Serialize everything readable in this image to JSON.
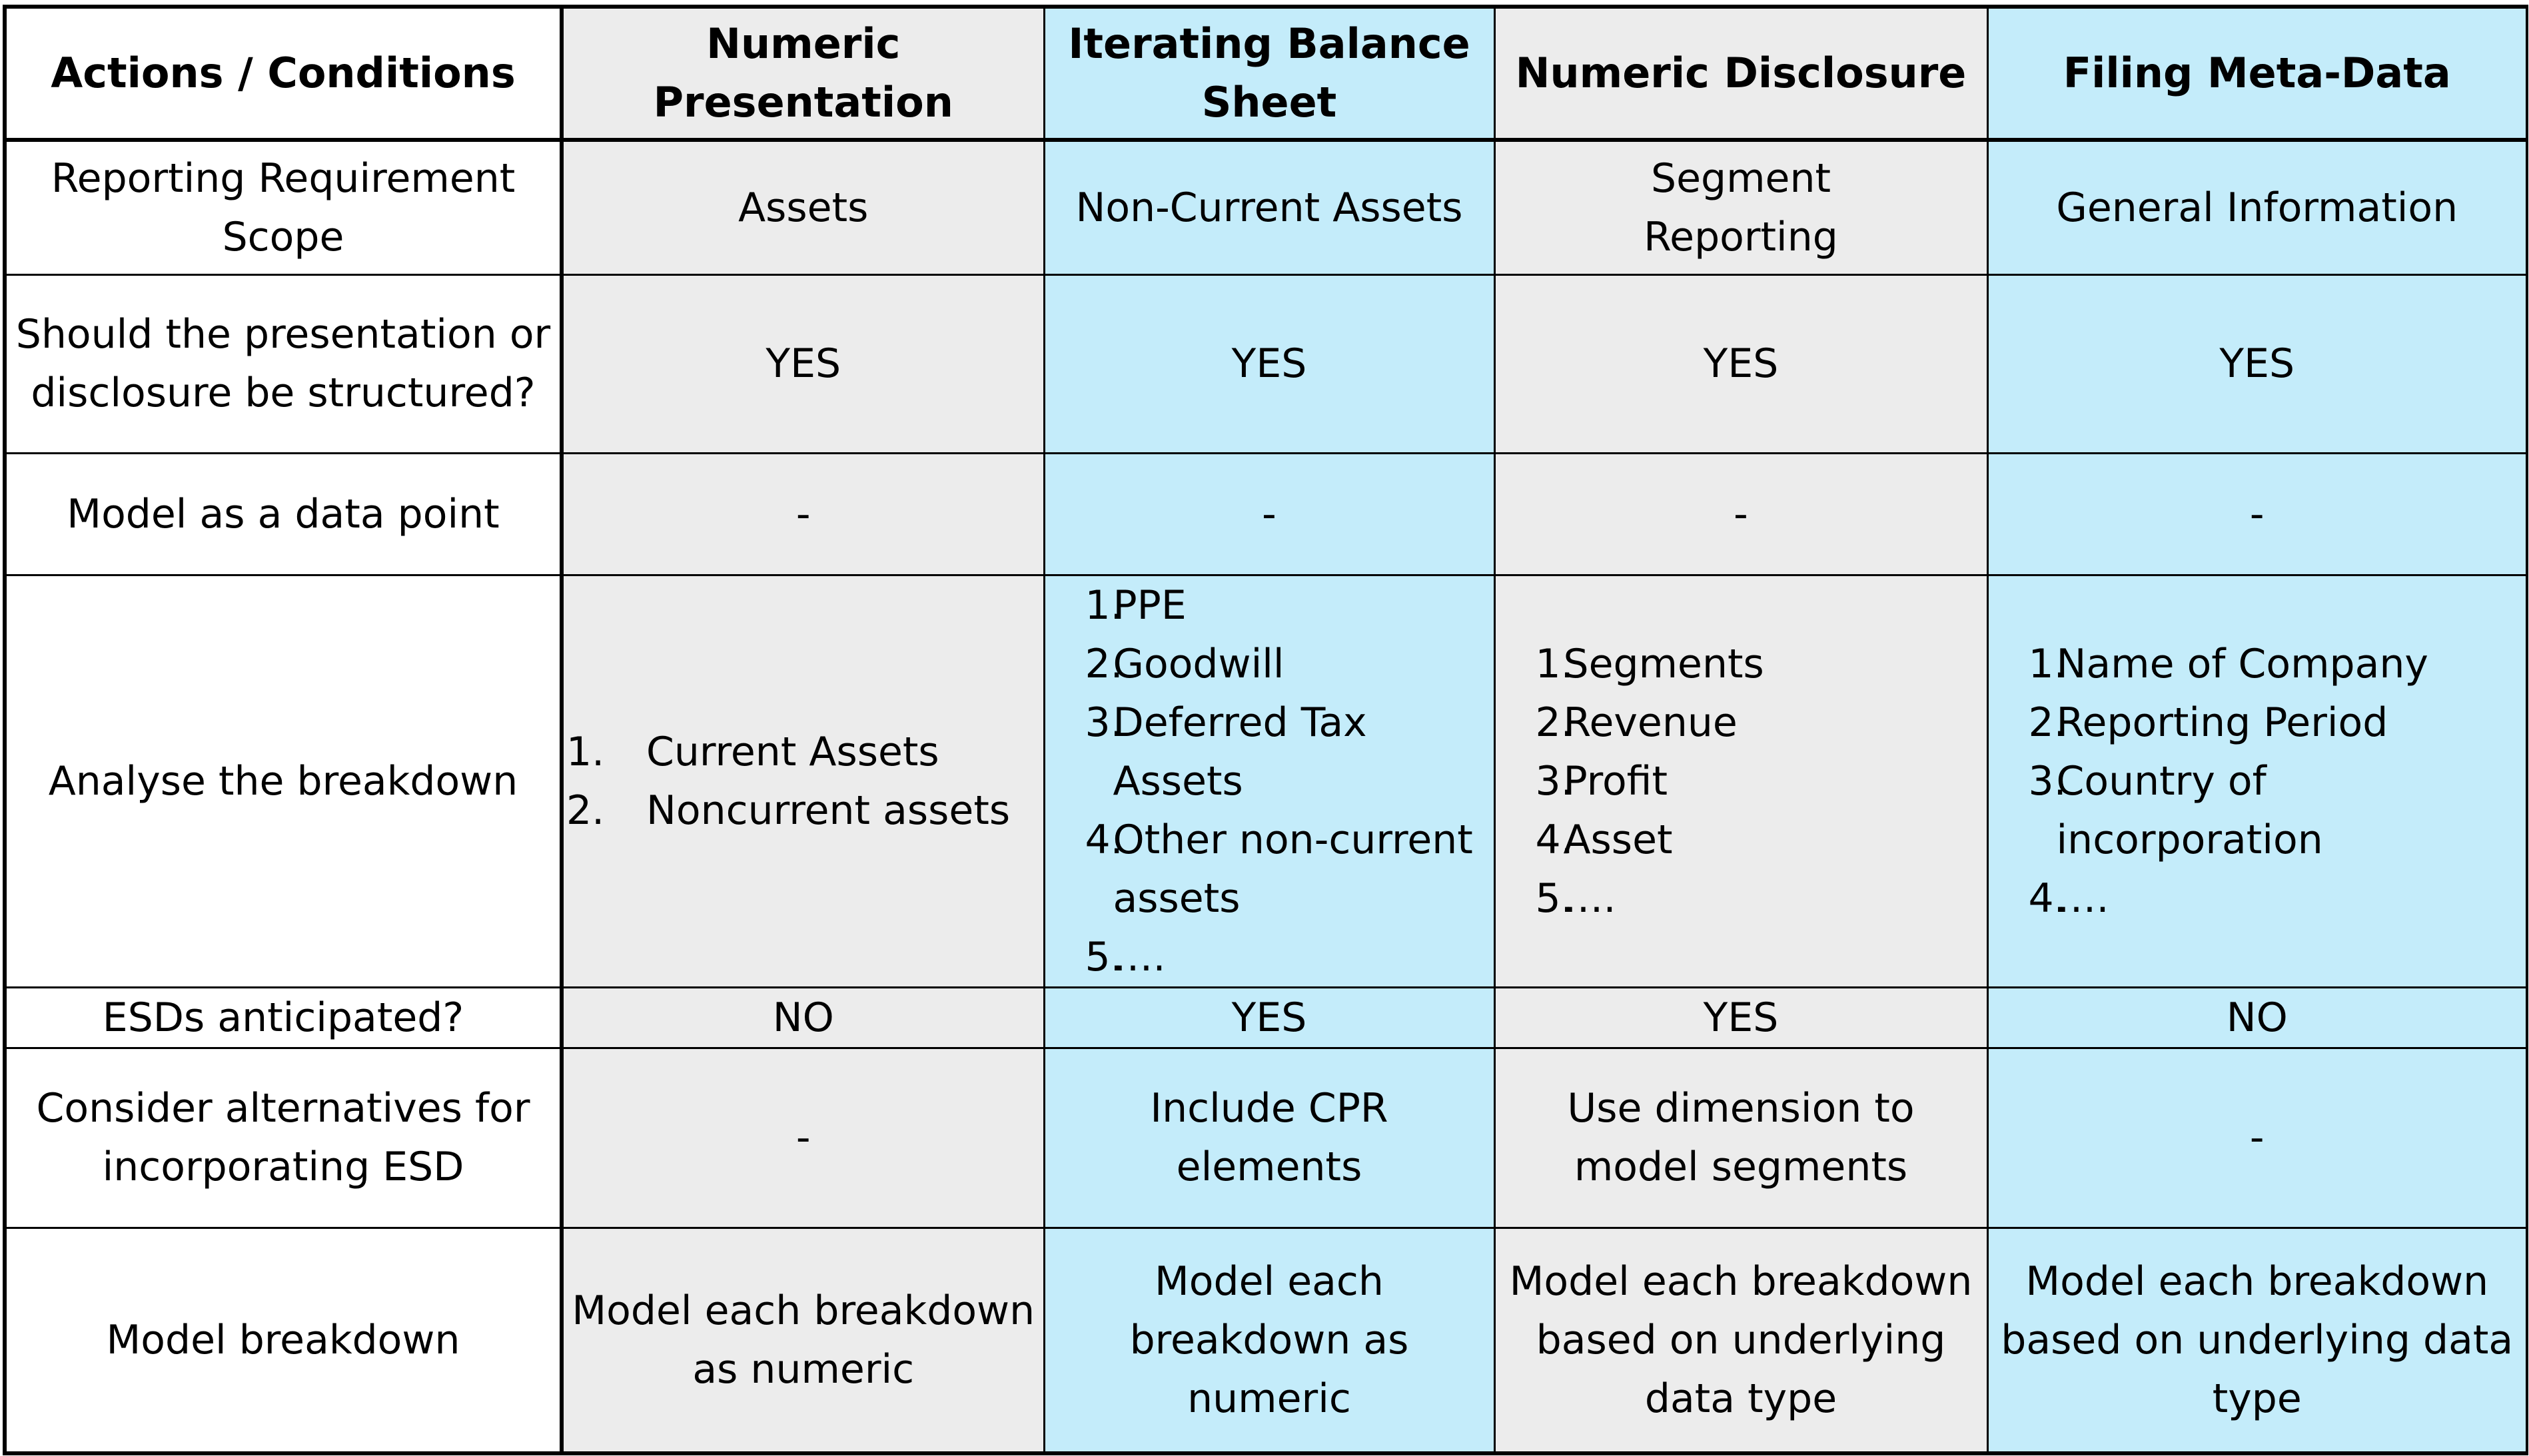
{
  "header": {
    "col0": "Actions / Conditions",
    "col1": "Numeric Presentation",
    "col2": "Iterating Balance Sheet",
    "col3": "Numeric Disclosure",
    "col4": "Filing Meta-Data"
  },
  "rows": [
    {
      "label": "Reporting Requirement Scope",
      "cells": [
        "Assets",
        "Non-Current Assets",
        "Segment Reporting",
        "General Information"
      ]
    },
    {
      "label": "Should the presentation or disclosure be structured?",
      "cells": [
        "YES",
        "YES",
        "YES",
        "YES"
      ]
    },
    {
      "label": "Model as a data point",
      "cells": [
        "-",
        "-",
        "-",
        "-"
      ]
    },
    {
      "label": "Analyse the breakdown",
      "lists": [
        [
          {
            "num": "1.",
            "text": "Current Assets"
          },
          {
            "num": "2.",
            "text": "Noncurrent assets"
          }
        ],
        [
          {
            "num": "1.",
            "text": "PPE"
          },
          {
            "num": "2.",
            "text": "Goodwill"
          },
          {
            "num": "3.",
            "text": "Deferred Tax Assets"
          },
          {
            "num": "4.",
            "text": "Other non-current assets"
          },
          {
            "num": "5.",
            "text": "…."
          }
        ],
        [
          {
            "num": "1.",
            "text": "Segments"
          },
          {
            "num": "2.",
            "text": "Revenue"
          },
          {
            "num": "3.",
            "text": "Profit"
          },
          {
            "num": "4.",
            "text": "Asset"
          },
          {
            "num": "5.",
            "text": "…."
          }
        ],
        [
          {
            "num": "1.",
            "text": "Name of Company"
          },
          {
            "num": "2.",
            "text": "Reporting Period"
          },
          {
            "num": "3.",
            "text": "Country of incorporation"
          },
          {
            "num": "4.",
            "text": "…."
          }
        ]
      ]
    },
    {
      "label": "ESDs anticipated?",
      "cells": [
        "NO",
        "YES",
        "YES",
        "NO"
      ]
    },
    {
      "label": "Consider alternatives for incorporating ESD",
      "cells": [
        "-",
        "Include CPR elements",
        "Use dimension to model segments",
        "-"
      ]
    },
    {
      "label": "Model breakdown",
      "cells": [
        "Model each breakdown as numeric",
        "Model each breakdown as numeric",
        "Model each breakdown based on underlying data type",
        "Model each breakdown based on underlying data type"
      ]
    }
  ],
  "colors": {
    "grey": "#ececec",
    "blue": "#c4ecfa",
    "white": "#ffffff",
    "border": "#000000"
  }
}
